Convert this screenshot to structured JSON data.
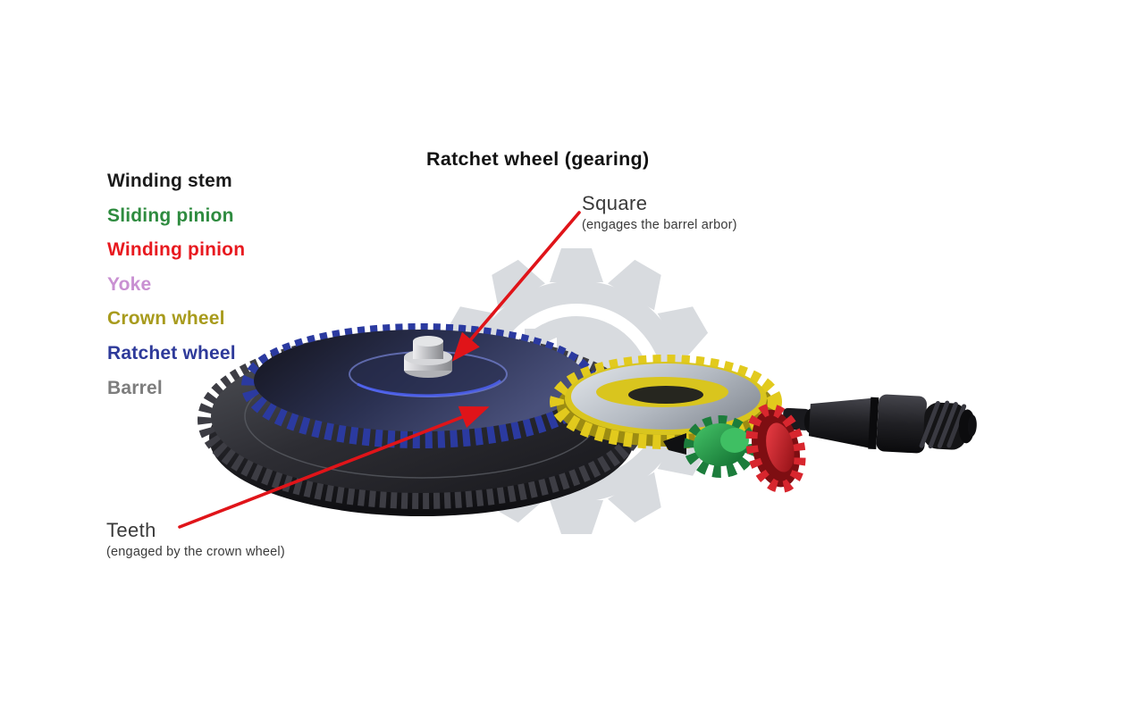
{
  "title": "Ratchet wheel (gearing)",
  "legend": {
    "items": [
      {
        "label": "Winding stem",
        "color": "#1b1b1b"
      },
      {
        "label": "Sliding pinion",
        "color": "#2e8b3f"
      },
      {
        "label": "Winding pinion",
        "color": "#e8191f"
      },
      {
        "label": "Yoke",
        "color": "#c990d2"
      },
      {
        "label": "Crown wheel",
        "color": "#a89b1d"
      },
      {
        "label": "Ratchet wheel",
        "color": "#2e3a9a"
      },
      {
        "label": "Barrel",
        "color": "#7d7d7d"
      }
    ]
  },
  "annotations": {
    "square": {
      "label": "Square",
      "detail": "(engages the barrel arbor)"
    },
    "teeth": {
      "label": "Teeth",
      "detail": "(engaged by the crown wheel)"
    }
  },
  "diagram": {
    "arrow_color": "#e01419",
    "watermark_color": "#d8dbdf",
    "parts": [
      {
        "name": "barrel",
        "color": "#2a2a2e"
      },
      {
        "name": "ratchet-wheel",
        "color": "#2b3aa0"
      },
      {
        "name": "square-arbor",
        "color": "#c6c7cb"
      },
      {
        "name": "crown-wheel",
        "color": "#d9c51e"
      },
      {
        "name": "sliding-pinion",
        "color": "#2f9e52"
      },
      {
        "name": "winding-pinion",
        "color": "#d42027"
      },
      {
        "name": "winding-stem",
        "color": "#141416"
      }
    ]
  }
}
